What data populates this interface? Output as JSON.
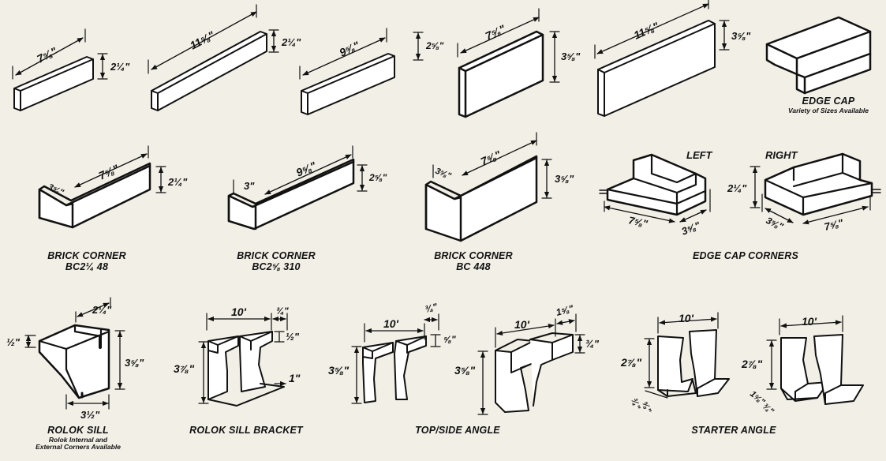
{
  "top_row": [
    {
      "length": "7⅝\"",
      "height": "2¼\""
    },
    {
      "length": "11⅝\"",
      "height": "2¼\""
    },
    {
      "length": "9⅝\"",
      "height": "2⅝\""
    },
    {
      "length": "7⅝\"",
      "height": "3⅝\""
    },
    {
      "length": "11⅝\"",
      "height": "3⅝\""
    }
  ],
  "edge_cap": {
    "title": "EDGE CAP",
    "subtitle": "Variety of Sizes Available"
  },
  "corners": [
    {
      "title": "BRICK CORNER",
      "code": "BC2¼ 48",
      "short": "3⅝\"",
      "long": "7⅝\"",
      "height": "2¼\""
    },
    {
      "title": "BRICK CORNER",
      "code": "BC2⅝ 310",
      "short": "3\"",
      "long": "9⅝\"",
      "height": "2⅝\""
    },
    {
      "title": "BRICK CORNER",
      "code": "BC 448",
      "short": "3⅝\"",
      "long": "7⅝\"",
      "height": "3⅝\""
    }
  ],
  "edge_cap_corners": {
    "title": "EDGE CAP CORNERS",
    "left_label": "LEFT",
    "right_label": "RIGHT",
    "height": "2¼\"",
    "left_long": "7⅝\"",
    "left_short": "3⅝\"",
    "right_short": "3⅝\"",
    "right_long": "7⅝\""
  },
  "rolok_sill": {
    "title": "ROLOK SILL",
    "subtitle_1": "Rolok Internal and",
    "subtitle_2": "External Corners Available",
    "top": "2¼\"",
    "left": "½\"",
    "height": "3⅝\"",
    "bottom": "3½\""
  },
  "rolok_bracket": {
    "title": "ROLOK SILL BRACKET",
    "length": "10'",
    "width": "¾\"",
    "thick": "½\"",
    "height": "3⅞\"",
    "foot": "1\""
  },
  "top_side_angle": {
    "title": "TOP/SIDE ANGLE",
    "a": {
      "length": "10'",
      "width": "¾\"",
      "thick": "⅝\"",
      "height": "3⅝\""
    },
    "b": {
      "length": "10'",
      "width": "1⅝\"",
      "thick": "¾\"",
      "height": "3⅝\""
    }
  },
  "starter_angle": {
    "title": "STARTER ANGLE",
    "a": {
      "length": "10'",
      "height": "2⅞\"",
      "b1": "¾\"",
      "b2": "⅝\""
    },
    "b": {
      "length": "10'",
      "height": "2⅞\"",
      "b1": "1⅝\"",
      "b2": "¾\""
    }
  }
}
